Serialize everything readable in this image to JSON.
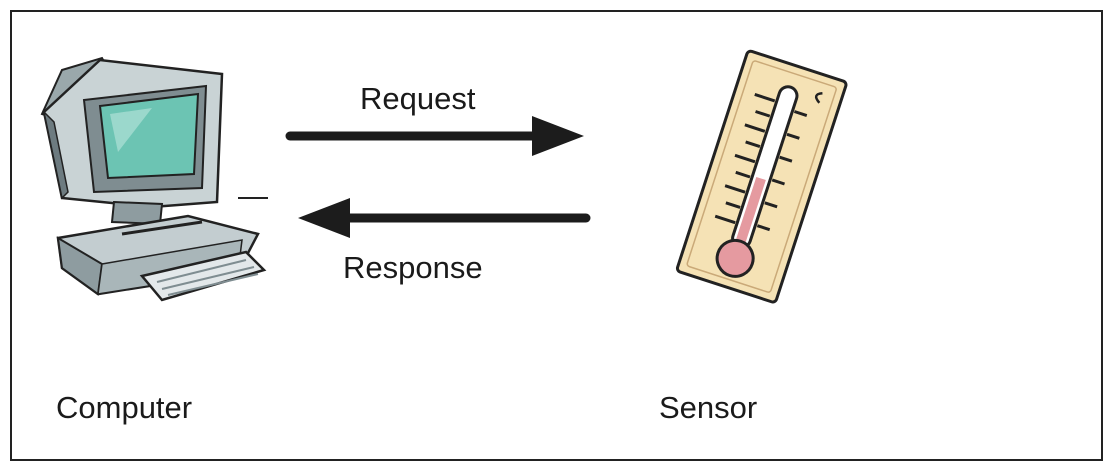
{
  "arrows": {
    "request_label": "Request",
    "response_label": "Response"
  },
  "nodes": {
    "computer_label": "Computer",
    "sensor_label": "Sensor"
  },
  "colors": {
    "arrow": "#1c1c1c",
    "screen": "#6cc4b3",
    "monitor_body": "#c9d3d5",
    "monitor_shadow": "#8e9ca0",
    "thermometer_card": "#f5e2b5",
    "mercury": "#e59aa0"
  },
  "icons": {
    "computer": "desktop-computer-icon",
    "sensor": "thermometer-icon"
  }
}
